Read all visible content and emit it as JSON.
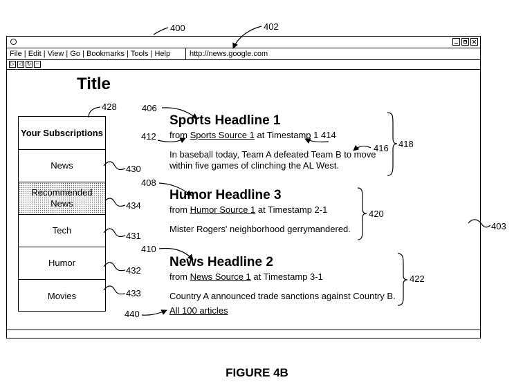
{
  "refs": {
    "r400": "400",
    "r402": "402",
    "r403": "403",
    "r406": "406",
    "r408": "408",
    "r410": "410",
    "r412": "412",
    "r416": "416",
    "r418": "418",
    "r420": "420",
    "r422": "422",
    "r428": "428",
    "r430": "430",
    "r431": "431",
    "r432": "432",
    "r433": "433",
    "r434": "434",
    "r440": "440"
  },
  "browser": {
    "menu": [
      "File",
      "Edit",
      "View",
      "Go",
      "Bookmarks",
      "Tools",
      "Help"
    ],
    "url": "http://news.google.com",
    "toolbar_icons": [
      "play-icon",
      "back-icon",
      "refresh-icon",
      "stop-icon"
    ]
  },
  "page": {
    "title": "Title",
    "subscriptions_header": "Your Subscriptions",
    "subscriptions": [
      "News",
      "Recommended News",
      "Tech",
      "Humor",
      "Movies"
    ],
    "articles": [
      {
        "headline": "Sports Headline 1",
        "from": "from",
        "source": "Sports Source 1",
        "at": "at",
        "timestamp": "Timestamp 1",
        "timestamp_ref": "414",
        "snippet_line1": "In baseball today, Team A defeated Team B to move",
        "snippet_line2": "within five games of clinching the AL West."
      },
      {
        "headline": "Humor Headline 3",
        "from": "from",
        "source": "Humor Source 1",
        "at": "at",
        "timestamp": "Timestamp 2-1",
        "snippet_line1": "Mister Rogers' neighborhood gerrymandered."
      },
      {
        "headline": "News Headline 2",
        "from": "from",
        "source": "News Source 1",
        "at": "at",
        "timestamp": "Timestamp 3-1",
        "snippet_line1": "Country A announced trade sanctions against Country B."
      }
    ],
    "all_articles_link": "All 100 articles"
  },
  "caption": "FIGURE 4B"
}
